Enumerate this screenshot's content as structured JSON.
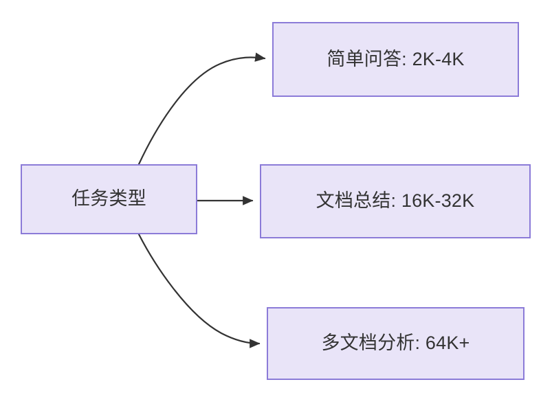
{
  "diagram": {
    "type": "flowchart",
    "direction": "left-to-right",
    "background_color": "#ffffff",
    "node_fill_color": "#E9E4F8",
    "node_border_color": "#8B7BD8",
    "node_text_color": "#333333",
    "edge_color": "#333333",
    "source_node": {
      "id": "task-type",
      "label": "任务类型"
    },
    "target_nodes": [
      {
        "id": "simple-qa",
        "label": "简单问答: 2K-4K",
        "task": "简单问答",
        "context_range": "2K-4K"
      },
      {
        "id": "doc-summary",
        "label": "文档总结: 16K-32K",
        "task": "文档总结",
        "context_range": "16K-32K"
      },
      {
        "id": "multi-doc-analysis",
        "label": "多文档分析: 64K+",
        "task": "多文档分析",
        "context_range": "64K+"
      }
    ],
    "edges": [
      {
        "id": "edge-0",
        "from": "task-type",
        "to": "simple-qa",
        "style": "curved",
        "arrowhead": "solid-triangle"
      },
      {
        "id": "edge-1",
        "from": "task-type",
        "to": "doc-summary",
        "style": "straight",
        "arrowhead": "solid-triangle"
      },
      {
        "id": "edge-2",
        "from": "task-type",
        "to": "multi-doc-analysis",
        "style": "curved",
        "arrowhead": "solid-triangle"
      }
    ]
  }
}
